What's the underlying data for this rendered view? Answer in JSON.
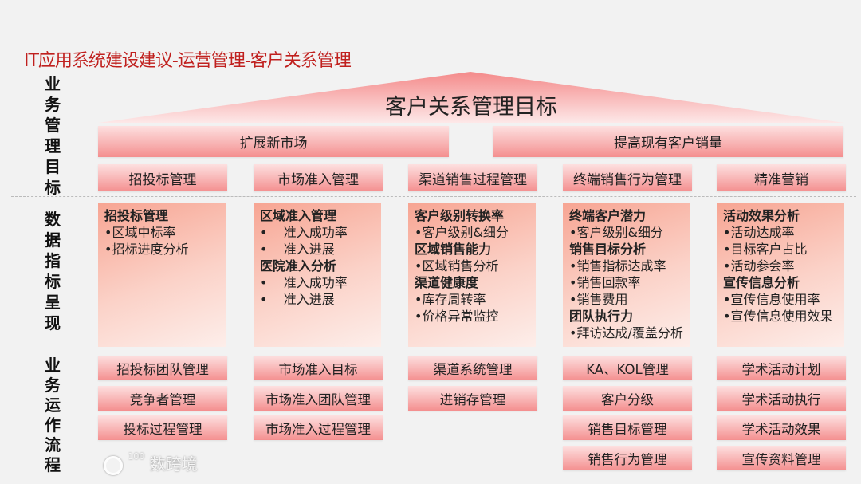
{
  "title": "IT应用系统建设建议-运营管理-客户关系管理",
  "side_labels": {
    "goals": [
      "业",
      "务",
      "管",
      "理",
      "目",
      "标"
    ],
    "metrics": [
      "数",
      "据",
      "指",
      "标",
      "呈",
      "现"
    ],
    "process": [
      "业",
      "务",
      "运",
      "作",
      "流",
      "程"
    ]
  },
  "goal": "客户关系管理目标",
  "objectives": [
    "扩展新市场",
    "提高现有客户销量"
  ],
  "columns": [
    {
      "module": "招投标管理",
      "metrics": [
        {
          "h": true,
          "text": "招投标管理"
        },
        {
          "h": false,
          "text": "•区域中标率"
        },
        {
          "h": false,
          "text": "•招标进度分析"
        }
      ],
      "process": [
        "招投标团队管理",
        "竞争者管理",
        "投标过程管理"
      ]
    },
    {
      "module": "市场准入管理",
      "metrics": [
        {
          "h": true,
          "text": "区域准入管理"
        },
        {
          "h": false,
          "text": "•    准入成功率"
        },
        {
          "h": false,
          "text": "•    准入进展"
        },
        {
          "h": true,
          "text": "医院准入分析"
        },
        {
          "h": false,
          "text": "•    准入成功率"
        },
        {
          "h": false,
          "text": "•    准入进展"
        }
      ],
      "process": [
        "市场准入目标",
        "市场准入团队管理",
        "市场准入过程管理"
      ]
    },
    {
      "module": "渠道销售过程管理",
      "metrics": [
        {
          "h": true,
          "text": "客户级别转换率"
        },
        {
          "h": false,
          "text": "•客户级别&细分"
        },
        {
          "h": true,
          "text": "区域销售能力"
        },
        {
          "h": false,
          "text": "•区域销售分析"
        },
        {
          "h": true,
          "text": "渠道健康度"
        },
        {
          "h": false,
          "text": "•库存周转率"
        },
        {
          "h": false,
          "text": "•价格异常监控"
        }
      ],
      "process": [
        "渠道系统管理",
        "进销存管理"
      ]
    },
    {
      "module": "终端销售行为管理",
      "metrics": [
        {
          "h": true,
          "text": "终端客户潜力"
        },
        {
          "h": false,
          "text": "•客户级别&细分"
        },
        {
          "h": true,
          "text": "销售目标分析"
        },
        {
          "h": false,
          "text": "•销售指标达成率"
        },
        {
          "h": false,
          "text": "•销售回款率"
        },
        {
          "h": false,
          "text": "•销售费用"
        },
        {
          "h": true,
          "text": "团队执行力"
        },
        {
          "h": false,
          "text": "•拜访达成/覆盖分析"
        }
      ],
      "process": [
        "KA、KOL管理",
        "客户分级",
        "销售目标管理",
        "销售行为管理"
      ]
    },
    {
      "module": "精准营销",
      "metrics": [
        {
          "h": true,
          "text": "活动效果分析"
        },
        {
          "h": false,
          "text": "•活动达成率"
        },
        {
          "h": false,
          "text": "•目标客户占比"
        },
        {
          "h": false,
          "text": "•活动参会率"
        },
        {
          "h": true,
          "text": "宣传信息分析"
        },
        {
          "h": false,
          "text": "•宣传信息使用率"
        },
        {
          "h": false,
          "text": "•宣传信息使用效果"
        }
      ],
      "process": [
        "学术活动计划",
        "学术活动执行",
        "学术活动效果",
        "宣传资料管理"
      ]
    }
  ],
  "watermark": "数跨境",
  "colors": {
    "title": "#c0201e",
    "box_bottom": "#f48f8f",
    "metric_top": "#f7a593"
  }
}
